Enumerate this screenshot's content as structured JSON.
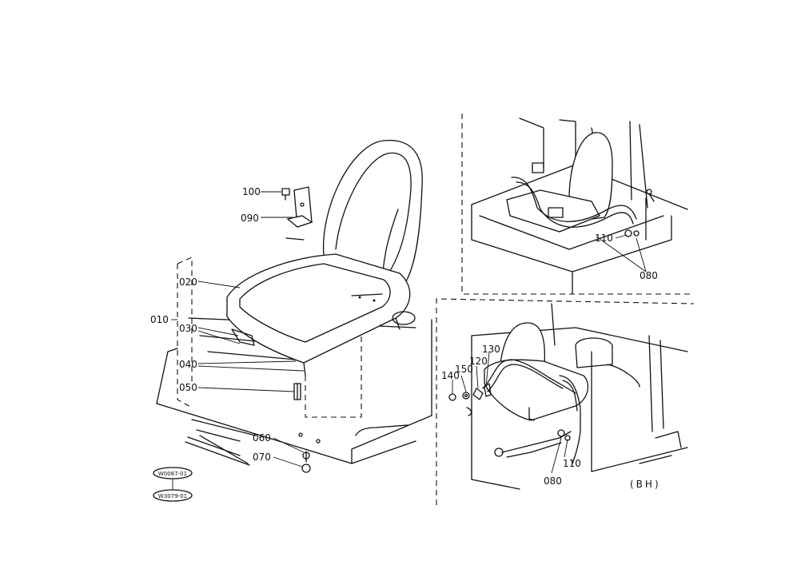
{
  "labels": {
    "p010": "010",
    "p020": "020",
    "p030": "030",
    "p040": "040",
    "p050": "050",
    "p060": "060",
    "p070": "070",
    "p090": "090",
    "p100": "100",
    "p110_top": "110",
    "p080_top": "080",
    "p110_bottom": "110",
    "p080_bottom": "080",
    "p120": "120",
    "p130": "130",
    "p140": "140",
    "p150": "150",
    "variant": "(BH)"
  },
  "codes": {
    "code1": "W0067-01",
    "code2": "W3079-01"
  }
}
